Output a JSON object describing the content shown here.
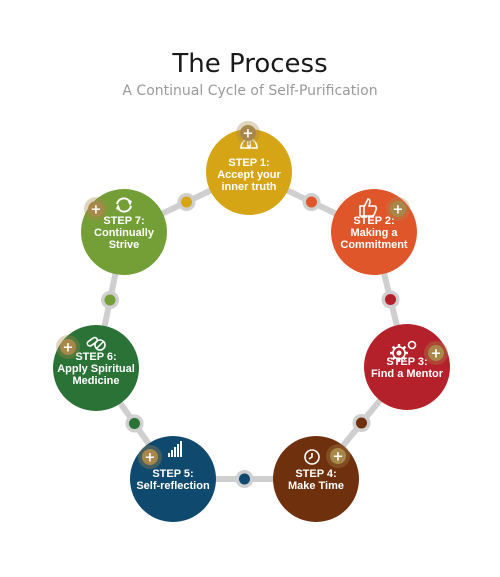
{
  "header": {
    "title": "The Process",
    "subtitle": "A Continual Cycle of Self-Purification"
  },
  "diagram": {
    "plus_symbol": "+",
    "connector_color": "#cfcfcf",
    "plus_badge_color": "#a7884a",
    "steps": [
      {
        "lines": [
          "STEP 1:",
          "Accept your",
          "inner truth"
        ],
        "color": "#d6a515",
        "icon": "lotus-icon"
      },
      {
        "lines": [
          "STEP 2:",
          "Making a",
          "Commitment"
        ],
        "color": "#e0562b",
        "icon": "thumbs-up-icon"
      },
      {
        "lines": [
          "STEP 3:",
          "Find a Mentor"
        ],
        "color": "#b5212b",
        "icon": "gears-icon"
      },
      {
        "lines": [
          "STEP 4:",
          "Make Time"
        ],
        "color": "#6e300d",
        "icon": "clock-icon"
      },
      {
        "lines": [
          "STEP 5:",
          "Self-reflection"
        ],
        "color": "#0f4a6e",
        "icon": "bar-chart-icon"
      },
      {
        "lines": [
          "STEP 6:",
          "Apply Spiritual",
          "Medicine"
        ],
        "color": "#2b7237",
        "icon": "pills-icon"
      },
      {
        "lines": [
          "STEP 7:",
          "Continually",
          "Strive"
        ],
        "color": "#749f37",
        "icon": "refresh-icon"
      }
    ]
  }
}
